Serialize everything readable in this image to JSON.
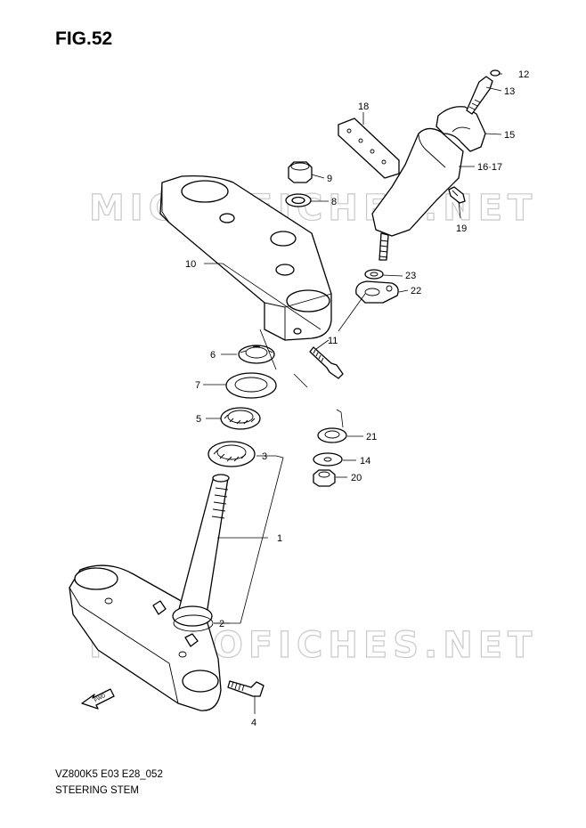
{
  "figure": {
    "title": "FIG.52",
    "code": "VZ800K5 E03 E28_052",
    "name": "STEERING STEM"
  },
  "watermark": {
    "text": "MICROFICHES.NET",
    "color": "#c9c9c9"
  },
  "fwd_arrow": {
    "label": "FWD"
  },
  "callouts": [
    {
      "id": "1",
      "label": "1"
    },
    {
      "id": "2",
      "label": "2"
    },
    {
      "id": "3",
      "label": "3"
    },
    {
      "id": "4",
      "label": "4"
    },
    {
      "id": "5",
      "label": "5"
    },
    {
      "id": "6",
      "label": "6"
    },
    {
      "id": "7",
      "label": "7"
    },
    {
      "id": "8",
      "label": "8"
    },
    {
      "id": "9",
      "label": "9"
    },
    {
      "id": "10",
      "label": "10"
    },
    {
      "id": "11",
      "label": "11"
    },
    {
      "id": "12",
      "label": "12"
    },
    {
      "id": "13",
      "label": "13"
    },
    {
      "id": "14",
      "label": "14"
    },
    {
      "id": "15",
      "label": "15"
    },
    {
      "id": "16-17",
      "label": "16·17"
    },
    {
      "id": "18",
      "label": "18"
    },
    {
      "id": "19",
      "label": "19"
    },
    {
      "id": "20",
      "label": "20"
    },
    {
      "id": "21",
      "label": "21"
    },
    {
      "id": "22",
      "label": "22"
    },
    {
      "id": "23",
      "label": "23"
    }
  ]
}
